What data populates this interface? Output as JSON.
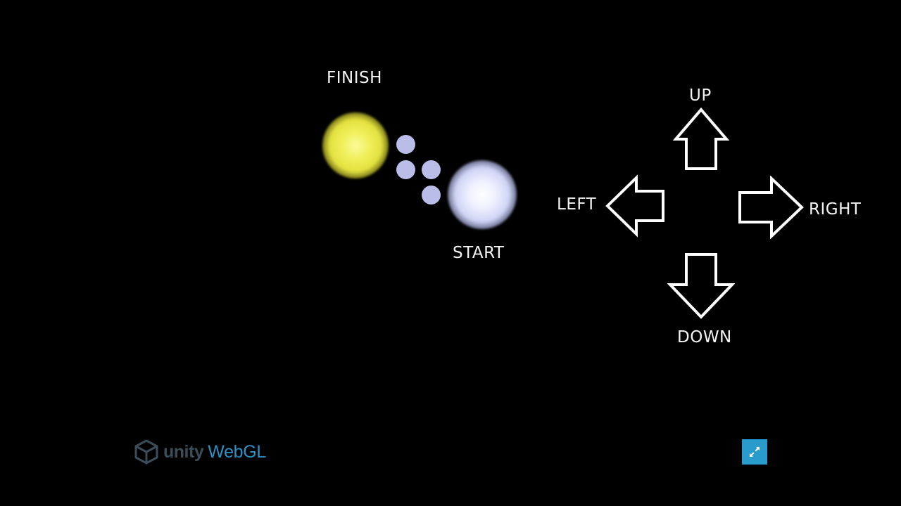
{
  "game": {
    "finish_label": "FINISH",
    "start_label": "START",
    "controls": {
      "up": "UP",
      "left": "LEFT",
      "right": "RIGHT",
      "down": "DOWN"
    }
  },
  "footer": {
    "brand_word": "unity",
    "platform_word": "WebGL",
    "logo_icon": "unity-cube-icon",
    "fullscreen_icon": "fullscreen-expand-icon"
  },
  "colors": {
    "background": "#000000",
    "finish_orb": "#e8e64a",
    "start_orb": "#d8dcfa",
    "path_dot": "#b9bde8",
    "arrow_stroke": "#ffffff",
    "webgl_blue": "#2d8fc4",
    "fullscreen_button": "#2a9bcd"
  }
}
